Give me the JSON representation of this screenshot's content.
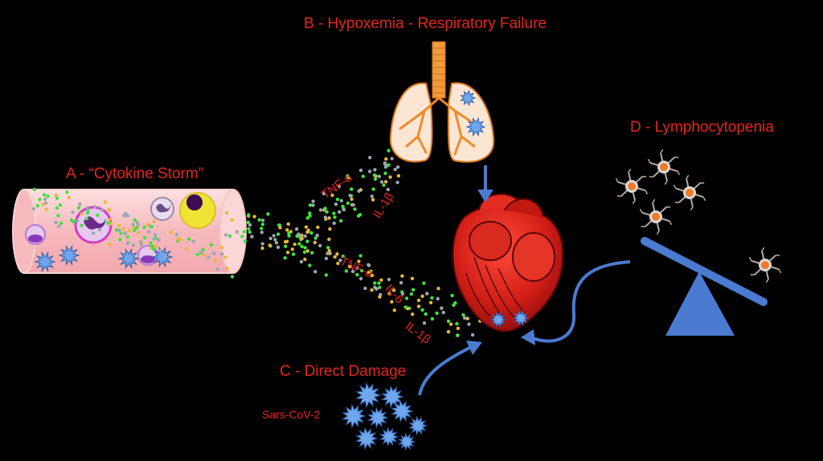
{
  "labels": {
    "a": "A - “Cytokine Storm”",
    "b": "B - Hypoxemia - Respiratory Failure",
    "c": "C - Direct Damage",
    "d": "D - Lymphocytopenia",
    "virus": "Sars-CoV-2"
  },
  "cytokines": {
    "upper": [
      "TNF-α",
      "IL-1β"
    ],
    "lower": [
      "TNF-α",
      "IL-6",
      "IL-1β"
    ]
  },
  "colors": {
    "label": "#e8231a",
    "arrow": "#4a7bd0",
    "vessel": "#f7c6c6",
    "heart": "#cc1f1a",
    "lung": "#f08a2a",
    "virus": "#6fa7ee",
    "dot_green": "#3ee23e",
    "dot_yellow": "#e7b83a",
    "dot_gray": "#9aa6b5"
  }
}
